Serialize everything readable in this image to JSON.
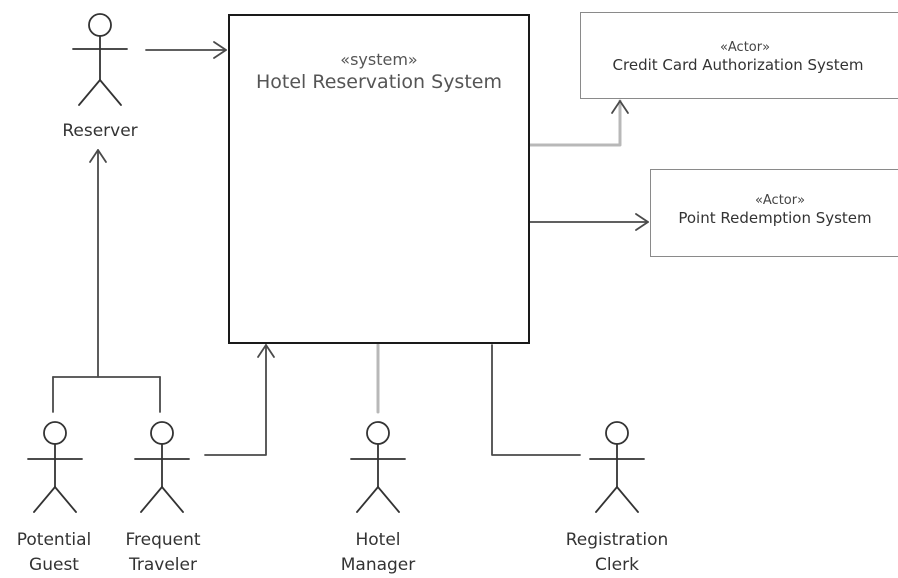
{
  "system": {
    "stereotype": "«system»",
    "name": "Hotel Reservation System"
  },
  "external_systems": [
    {
      "stereotype": "«Actor»",
      "name": "Credit Card Authorization System"
    },
    {
      "stereotype": "«Actor»",
      "name": "Point Redemption System"
    }
  ],
  "actors": {
    "reserver": "Reserver",
    "potential_guest": [
      "Potential",
      "Guest"
    ],
    "frequent_traveler": [
      "Frequent",
      "Traveler"
    ],
    "hotel_manager": [
      "Hotel",
      "Manager"
    ],
    "registration_clerk": [
      "Registration",
      "Clerk"
    ]
  },
  "colors": {
    "line": "#4a4a4a",
    "light_line": "#b8b8b8",
    "box_border": "#1a1a1a",
    "actor_stroke": "#333333"
  }
}
